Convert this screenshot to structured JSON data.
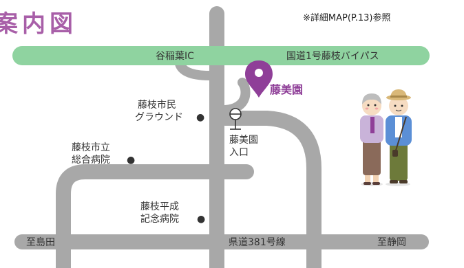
{
  "header": {
    "title": "案内図",
    "reference_note": "※詳細MAP(P.13)参照"
  },
  "roads": {
    "bypass_ic": "谷稲葉IC",
    "bypass_name": "国道1号藤枝バイパス",
    "route381": "県道381号線",
    "to_shimada": "至島田",
    "to_shizuoka": "至静岡"
  },
  "places": {
    "destination": "藤美園",
    "entrance_line1": "藤美園",
    "entrance_line2": "入口",
    "ground_line1": "藤枝市民",
    "ground_line2": "グラウンド",
    "hospital_general_line1": "藤枝市立",
    "hospital_general_line2": "総合病院",
    "hospital_heisei_line1": "藤枝平成",
    "hospital_heisei_line2": "記念病院",
    "bullet": "●"
  },
  "colors": {
    "road_gray": "#a8a8a8",
    "bypass_green": "#8fd3a0",
    "accent_purple": "#8f3f98",
    "title_purple": "#a85fa8",
    "text": "#333333"
  },
  "icons": {
    "destination_marker": "location-pin-icon",
    "bus_stop": "bus-stop-icon",
    "illustration": "elderly-couple-illustration"
  }
}
